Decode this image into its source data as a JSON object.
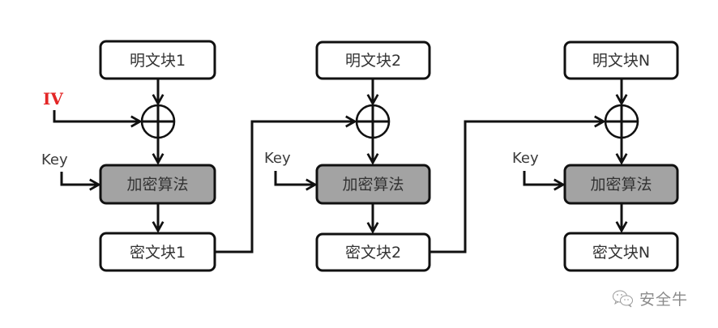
{
  "diagram": {
    "title": "CBC mode encryption",
    "iv_label": "IV",
    "key_label": "Key",
    "colors": {
      "iv": "#e32626",
      "encrypt_fill": "#a3a3a3",
      "box_fill": "#ffffff",
      "stroke": "#111111"
    },
    "stages": [
      {
        "plaintext": "明文块1",
        "algorithm": "加密算法",
        "ciphertext": "密文块1",
        "key": "Key",
        "chain_input": "IV"
      },
      {
        "plaintext": "明文块2",
        "algorithm": "加密算法",
        "ciphertext": "密文块2",
        "key": "Key",
        "chain_input": "密文块1"
      },
      {
        "plaintext": "明文块N",
        "algorithm": "加密算法",
        "ciphertext": "密文块N",
        "key": "Key",
        "chain_input": "密文块2"
      }
    ]
  },
  "watermark": {
    "icon": "wechat-icon",
    "text": "安全牛"
  }
}
